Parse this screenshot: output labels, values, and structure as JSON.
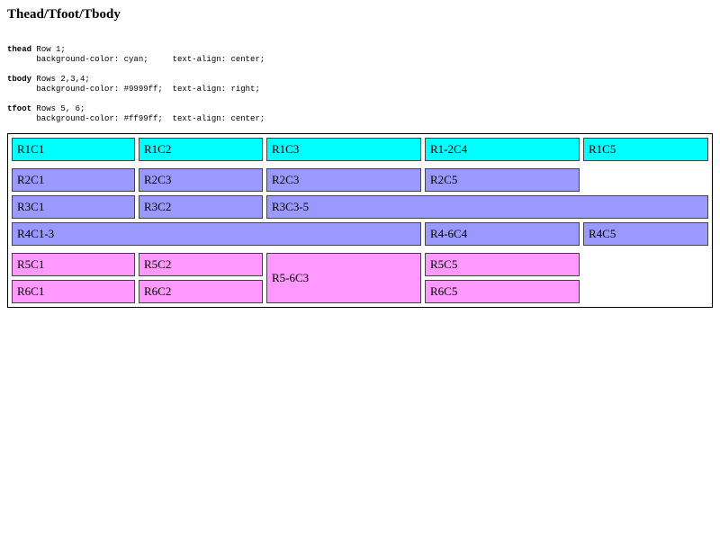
{
  "title": "Thead/Tfoot/Tbody",
  "descriptions": [
    {
      "tag": "thead",
      "rows": "Row 1;",
      "style": "      background-color: cyan;     text-align: center;"
    },
    {
      "tag": "tbody",
      "rows": "Rows 2,3,4;",
      "style": "      background-color: #9999ff;  text-align: right;"
    },
    {
      "tag": "tfoot",
      "rows": "Rows 5, 6;",
      "style": "      background-color: #ff99ff;  text-align: center;"
    }
  ],
  "colors": {
    "thead": "#00ffff",
    "tbody": "#9999ff",
    "tfoot": "#ff99ff"
  },
  "table": {
    "thead": [
      "R1C1",
      "R1C2",
      "R1C3",
      "R1-2C4",
      "R1C5"
    ],
    "tbody": {
      "r2": [
        "R2C1",
        "R2C3",
        "R2C3",
        "R2C5"
      ],
      "r3": [
        "R3C1",
        "R3C2",
        "R3C3-5"
      ],
      "r4": [
        "R4C1-3",
        "R4-6C4",
        "R4C5"
      ]
    },
    "tfoot": {
      "r5": [
        "R5C1",
        "R5C2",
        "R5-6C3",
        "R5C5"
      ],
      "r6": [
        "R6C1",
        "R6C2",
        "R6C5"
      ]
    }
  }
}
